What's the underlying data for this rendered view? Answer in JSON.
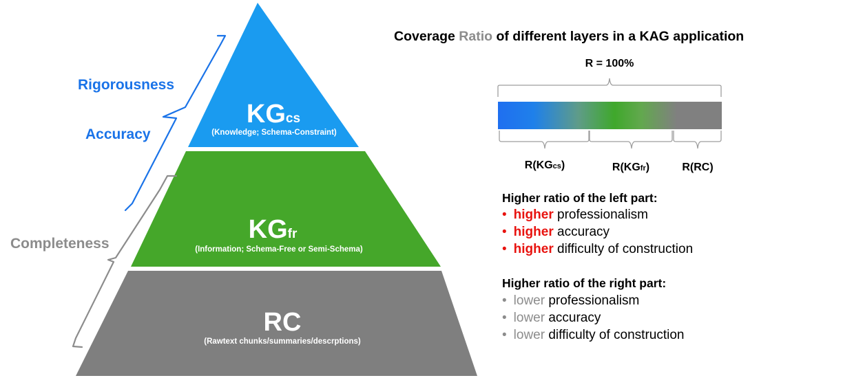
{
  "pyramid": {
    "top": {
      "main": "KG",
      "sub": "cs",
      "caption": "(Knowledge; Schema-Constraint)",
      "color": "#1a9bf0"
    },
    "middle": {
      "main": "KG",
      "sub": "fr",
      "caption": "(Information; Schema-Free or Semi-Schema)",
      "color": "#45a72a"
    },
    "bottom": {
      "main": "RC",
      "caption": "(Rawtext chunks/summaries/descrptions)",
      "color": "#7f7f7f"
    }
  },
  "side_labels": {
    "rigorousness": "Rigorousness",
    "accuracy": "Accuracy",
    "completeness": "Completeness",
    "blue_color": "#1a73e8",
    "gray_color": "#8c8c8c"
  },
  "coverage": {
    "title_prefix": "Coverage ",
    "title_highlight": "Ratio",
    "title_suffix": " of different layers in a KAG application",
    "total_label": "R = 100%",
    "bar_colors": [
      "#1f6ff0",
      "#3fa82b",
      "#808080"
    ],
    "segments": [
      {
        "prefix": "R(KG",
        "sub": "cs",
        "suffix": ")"
      },
      {
        "prefix": "R(KG",
        "sub": "fr",
        "suffix": ")"
      },
      {
        "prefix": "R(RC)",
        "sub": "",
        "suffix": ""
      }
    ]
  },
  "left_part": {
    "heading": "Higher ratio of the left part:",
    "bullet": "•",
    "highlight_color": "#e8130f",
    "items": [
      {
        "highlight": "higher",
        "rest": " professionalism"
      },
      {
        "highlight": "higher",
        "rest": " accuracy"
      },
      {
        "highlight": "higher",
        "rest": " difficulty of construction"
      }
    ]
  },
  "right_part": {
    "heading": "Higher ratio of the right part:",
    "bullet": "•",
    "highlight_color": "#8c8c8c",
    "items": [
      {
        "highlight": "lower",
        "rest": " professionalism"
      },
      {
        "highlight": "lower",
        "rest": " accuracy"
      },
      {
        "highlight": "lower",
        "rest": " difficulty of construction"
      }
    ]
  }
}
